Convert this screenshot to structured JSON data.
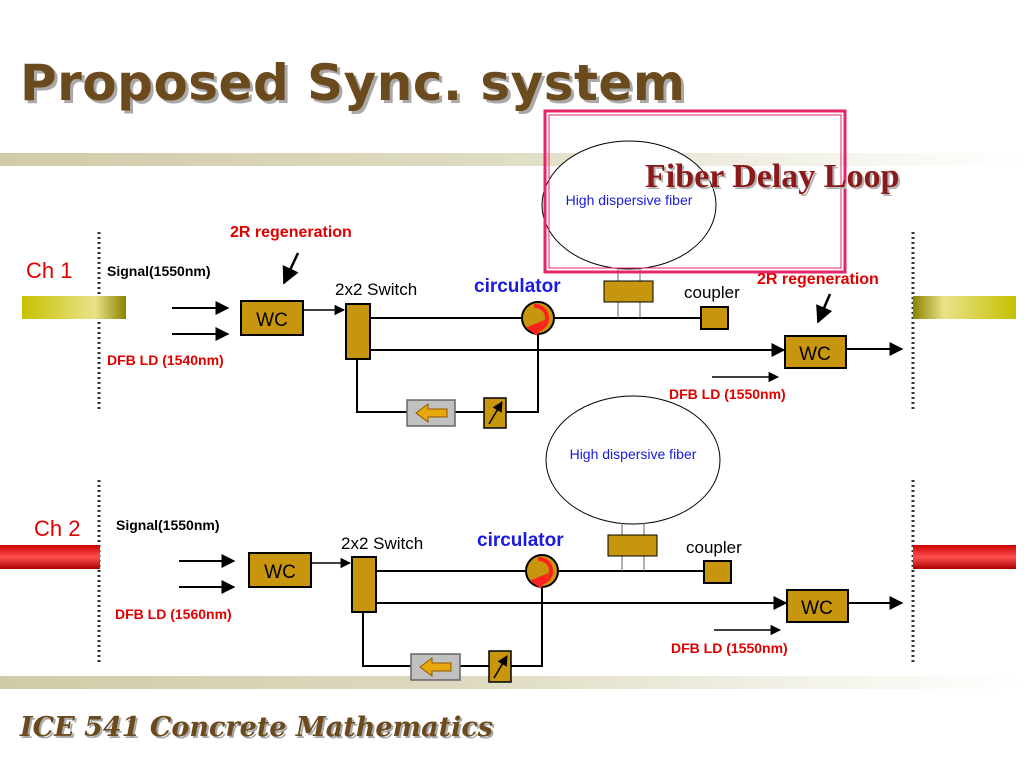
{
  "slide": {
    "title": "Proposed Sync. system",
    "footer": "ICE 541 Concrete Mathematics",
    "loop_title": "Fiber Delay Loop"
  },
  "channel1": {
    "label": "Ch 1",
    "signal": "Signal(1550nm)",
    "dfb_in": "DFB LD (1540nm)",
    "regen_left": "2R regeneration",
    "regen_right": "2R regeneration",
    "wc_left": "WC",
    "wc_right": "WC",
    "switch": "2x2 Switch",
    "circulator": "circulator",
    "coupler": "coupler",
    "fiber": "High dispersive fiber",
    "dfb_out": "DFB LD (1550nm)"
  },
  "channel2": {
    "label": "Ch 2",
    "signal": "Signal(1550nm)",
    "dfb_in": "DFB LD (1560nm)",
    "wc_left": "WC",
    "wc_right": "WC",
    "switch": "2x2 Switch",
    "circulator": "circulator",
    "coupler": "coupler",
    "fiber": "High dispersive fiber",
    "dfb_out": "DFB LD (1550nm)"
  },
  "colors": {
    "title": "#6b4a1e",
    "component_fill": "#c8960c",
    "red_label": "#e00000",
    "blue_label": "#1a1ae0",
    "highlight_box": "#e8246a",
    "ch1_bar": "#c8c000",
    "ch2_bar": "#cc0000"
  }
}
